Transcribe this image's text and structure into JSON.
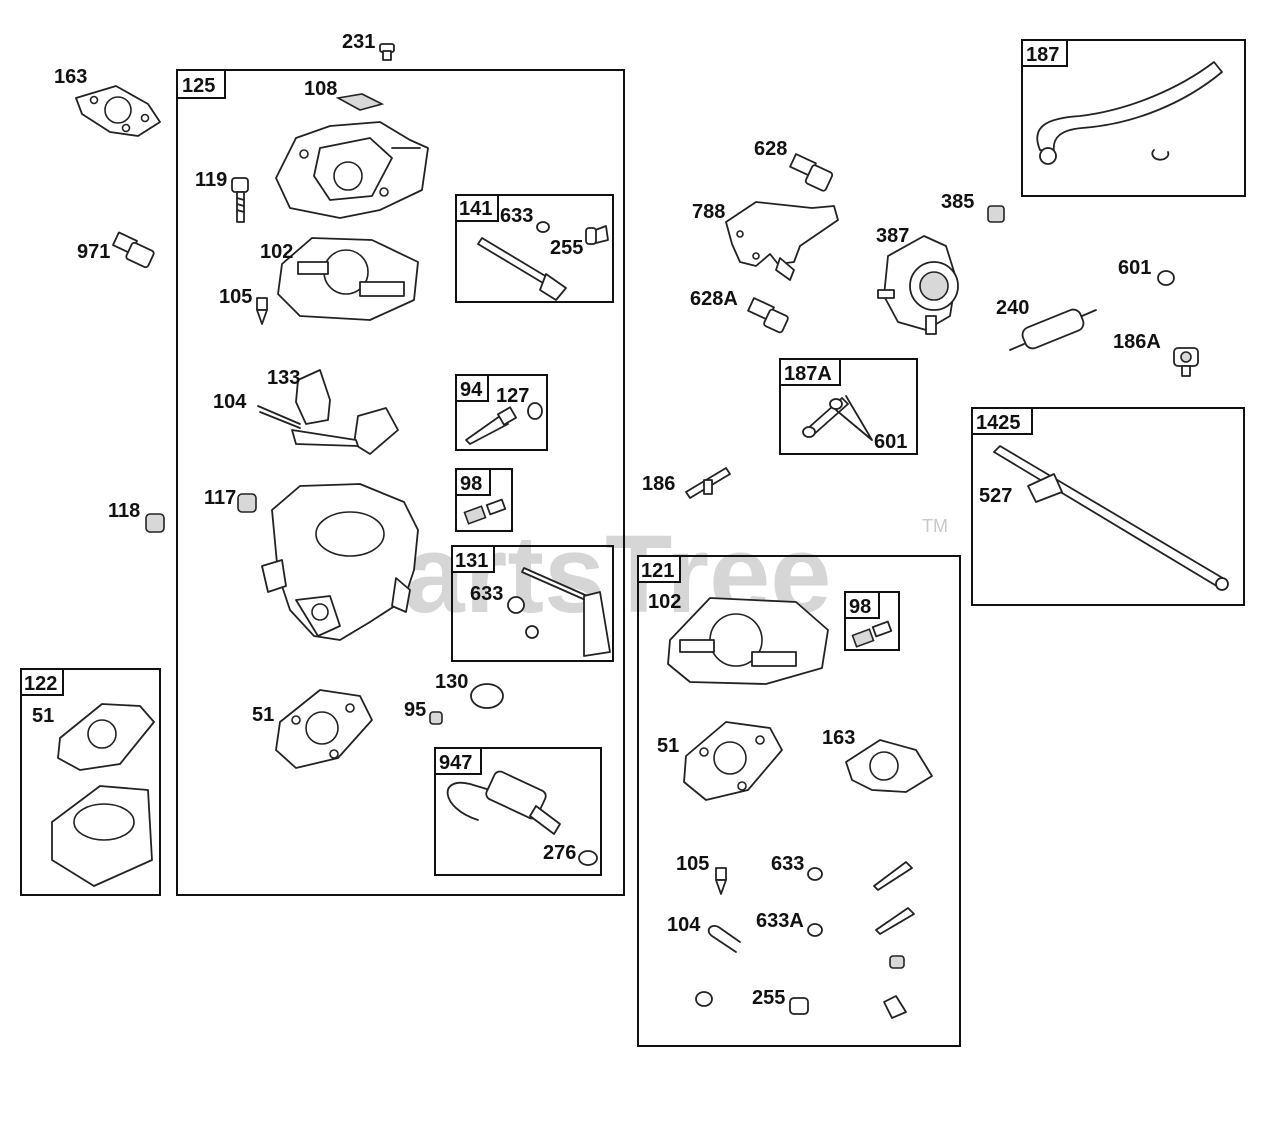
{
  "watermark": {
    "text": "PartsTree",
    "tm": "TM"
  },
  "kits": [
    {
      "id": "kit-125",
      "number": "125"
    },
    {
      "id": "kit-141",
      "number": "141"
    },
    {
      "id": "kit-94",
      "number": "94"
    },
    {
      "id": "kit-98a",
      "number": "98"
    },
    {
      "id": "kit-131",
      "number": "131"
    },
    {
      "id": "kit-947",
      "number": "947"
    },
    {
      "id": "kit-122",
      "number": "122"
    },
    {
      "id": "kit-187",
      "number": "187"
    },
    {
      "id": "kit-187a",
      "number": "187A"
    },
    {
      "id": "kit-1425",
      "number": "1425"
    },
    {
      "id": "kit-121",
      "number": "121"
    },
    {
      "id": "kit-98b",
      "number": "98"
    }
  ],
  "callouts": [
    "231",
    "163",
    "108",
    "119",
    "971",
    "102",
    "105",
    "633",
    "255",
    "133",
    "104",
    "127",
    "117",
    "118",
    "633",
    "51",
    "130",
    "95",
    "276",
    "51",
    "628",
    "788",
    "385",
    "387",
    "601",
    "628A",
    "240",
    "186A",
    "601",
    "186",
    "527",
    "102",
    "51",
    "163",
    "105",
    "633",
    "104",
    "633A",
    "255"
  ]
}
